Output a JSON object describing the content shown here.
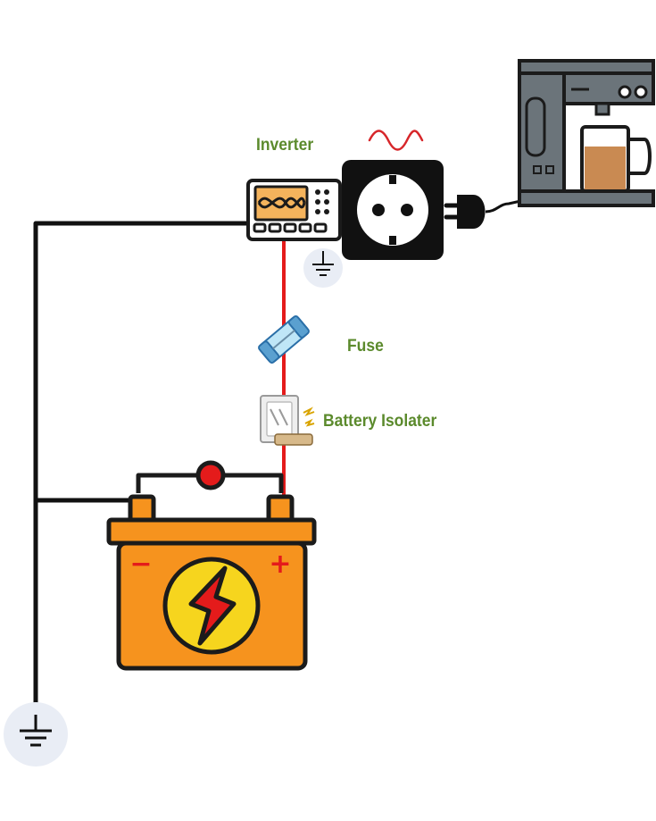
{
  "labels": {
    "inverter": "Inverter",
    "fuse": "Fuse",
    "battery_isolater": "Battery Isolater"
  },
  "battery": {
    "negative_symbol": "−",
    "positive_symbol": "+"
  },
  "icons": {
    "inverter": "inverter-icon",
    "outlet": "power-outlet-icon",
    "plug": "plug-icon",
    "coffee_maker": "coffee-maker-icon",
    "fuse": "fuse-icon",
    "isolator": "battery-isolator-switch-icon",
    "battery": "car-battery-icon",
    "ground": "ground-symbol-icon",
    "ac_wave": "ac-sine-wave-icon"
  },
  "colors": {
    "label_green": "#5b8a2c",
    "positive_wire": "#e41b1b",
    "ground_wire": "#111111",
    "battery_body": "#f6931e",
    "battery_terminal": "#e41b1b",
    "ac_wave": "#d7262a",
    "coffee_body": "#6b747a",
    "coffee_liquid": "#c98a52",
    "ground_circle": "#e9edf5"
  }
}
